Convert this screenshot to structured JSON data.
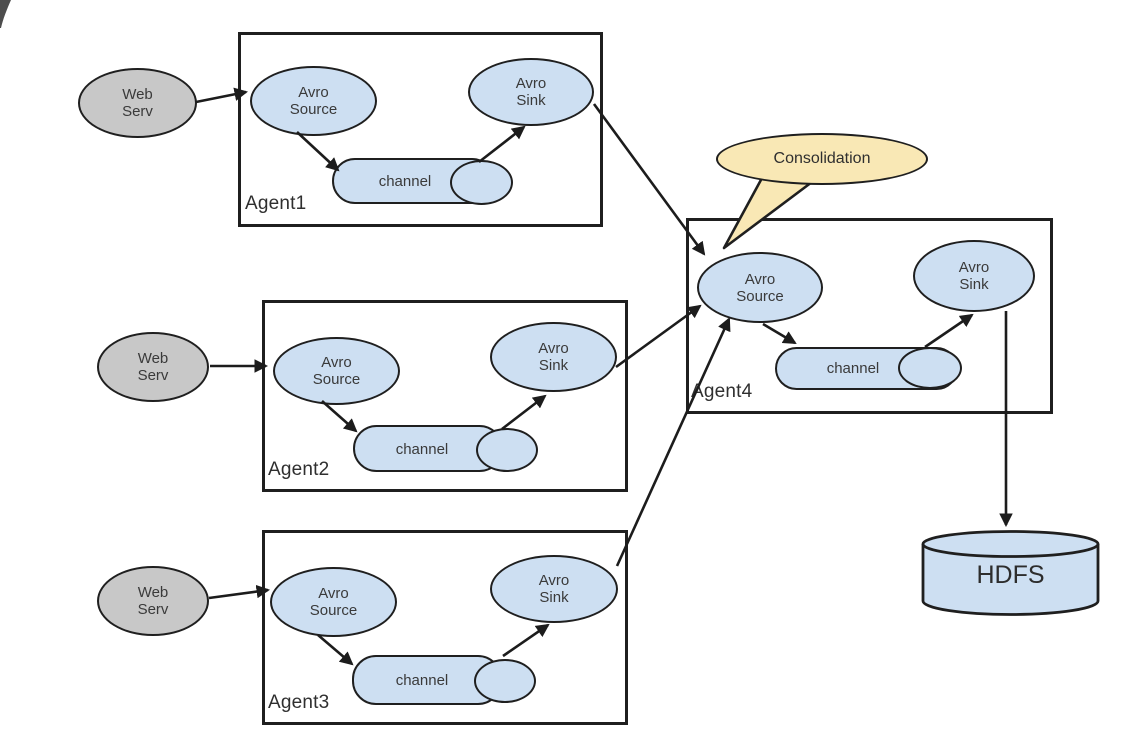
{
  "agents": [
    {
      "label": "Agent1"
    },
    {
      "label": "Agent2"
    },
    {
      "label": "Agent3"
    },
    {
      "label": "Agent4"
    }
  ],
  "labels": {
    "web_serv": [
      "Web",
      "Serv"
    ],
    "avro_source": [
      "Avro",
      "Source"
    ],
    "avro_sink": [
      "Avro",
      "Sink"
    ],
    "channel": "channel"
  },
  "callout": {
    "text": "Consolidation"
  },
  "storage": {
    "label": "HDFS"
  },
  "colors": {
    "node_fill": "#cddff2",
    "node_stroke": "#1f1f1f",
    "webserv_fill": "#c8c8c8",
    "callout_fill": "#f9e8b5",
    "line": "#1c1c1c",
    "text": "#3a3a3a"
  }
}
